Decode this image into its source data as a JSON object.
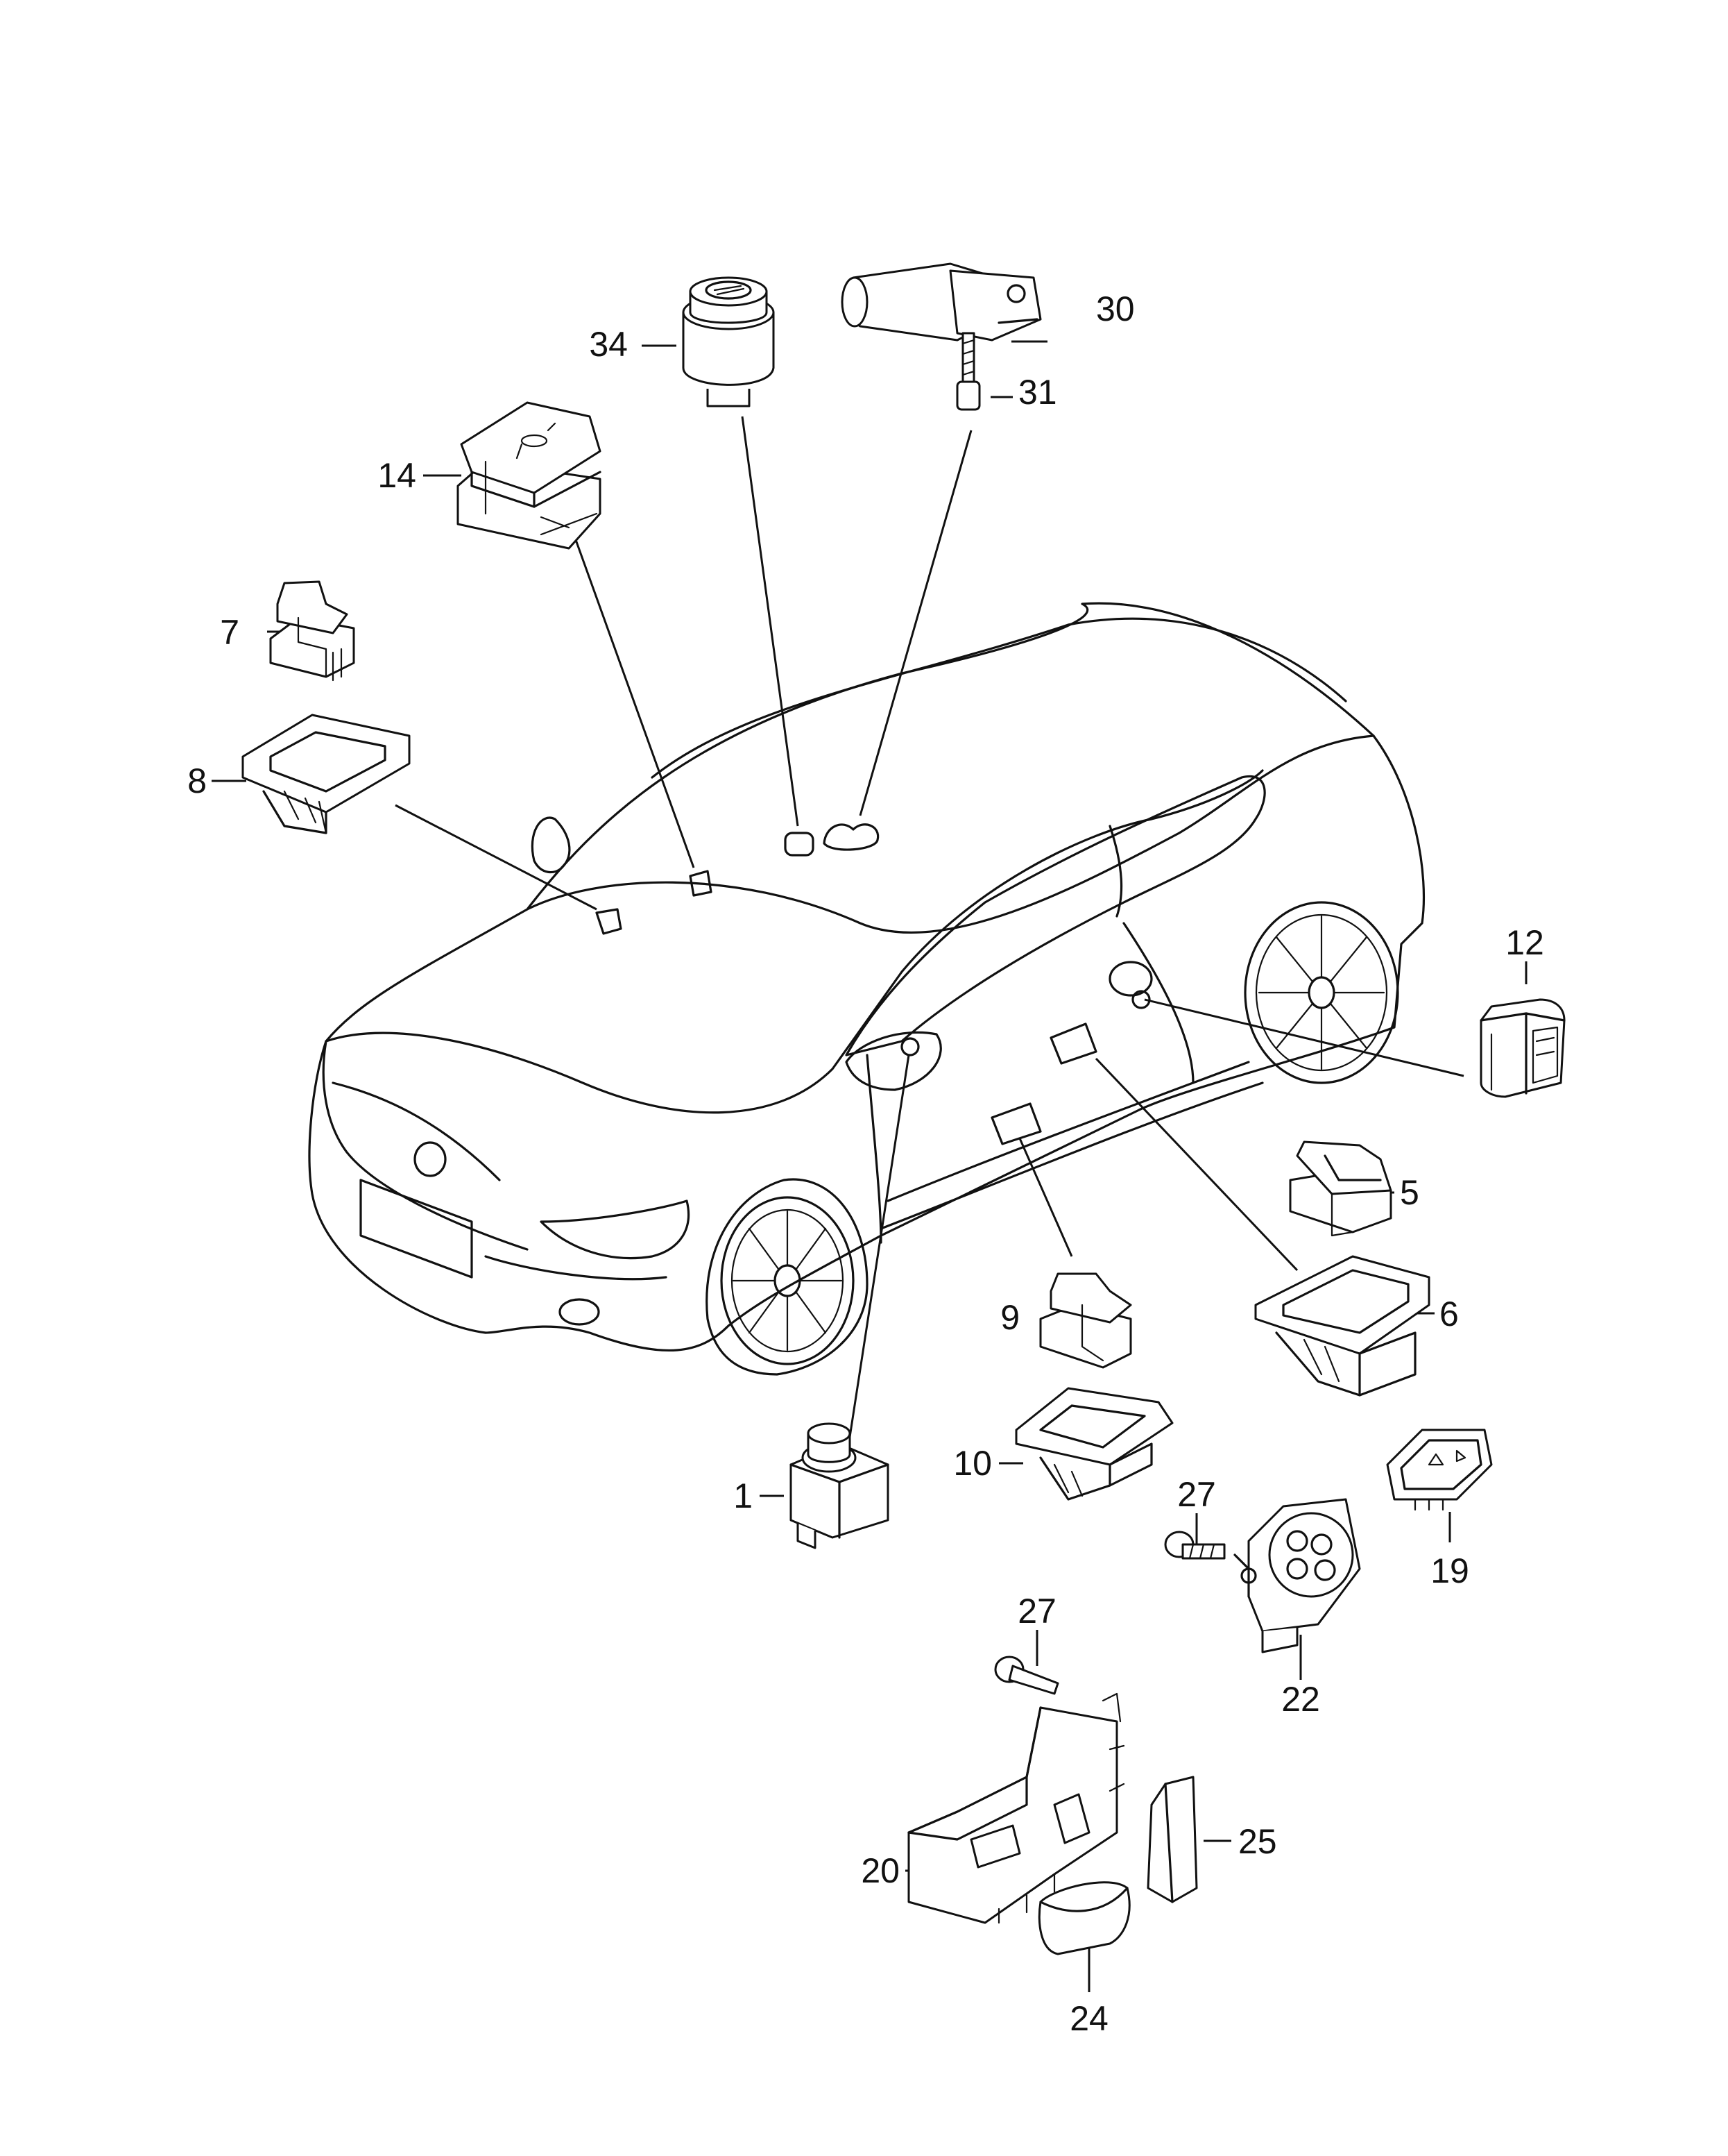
{
  "diagram": {
    "callouts": [
      {
        "id": "c1",
        "label": "1"
      },
      {
        "id": "c5",
        "label": "5"
      },
      {
        "id": "c6",
        "label": "6"
      },
      {
        "id": "c7",
        "label": "7"
      },
      {
        "id": "c8",
        "label": "8"
      },
      {
        "id": "c9",
        "label": "9"
      },
      {
        "id": "c10",
        "label": "10"
      },
      {
        "id": "c12",
        "label": "12"
      },
      {
        "id": "c14",
        "label": "14"
      },
      {
        "id": "c19",
        "label": "19"
      },
      {
        "id": "c20",
        "label": "20"
      },
      {
        "id": "c22",
        "label": "22"
      },
      {
        "id": "c24",
        "label": "24"
      },
      {
        "id": "c25",
        "label": "25"
      },
      {
        "id": "c27a",
        "label": "27"
      },
      {
        "id": "c27b",
        "label": "27"
      },
      {
        "id": "c30",
        "label": "30"
      },
      {
        "id": "c31",
        "label": "31"
      },
      {
        "id": "c34",
        "label": "34"
      }
    ]
  },
  "colors": {
    "line": "#111111",
    "background": "#ffffff"
  }
}
